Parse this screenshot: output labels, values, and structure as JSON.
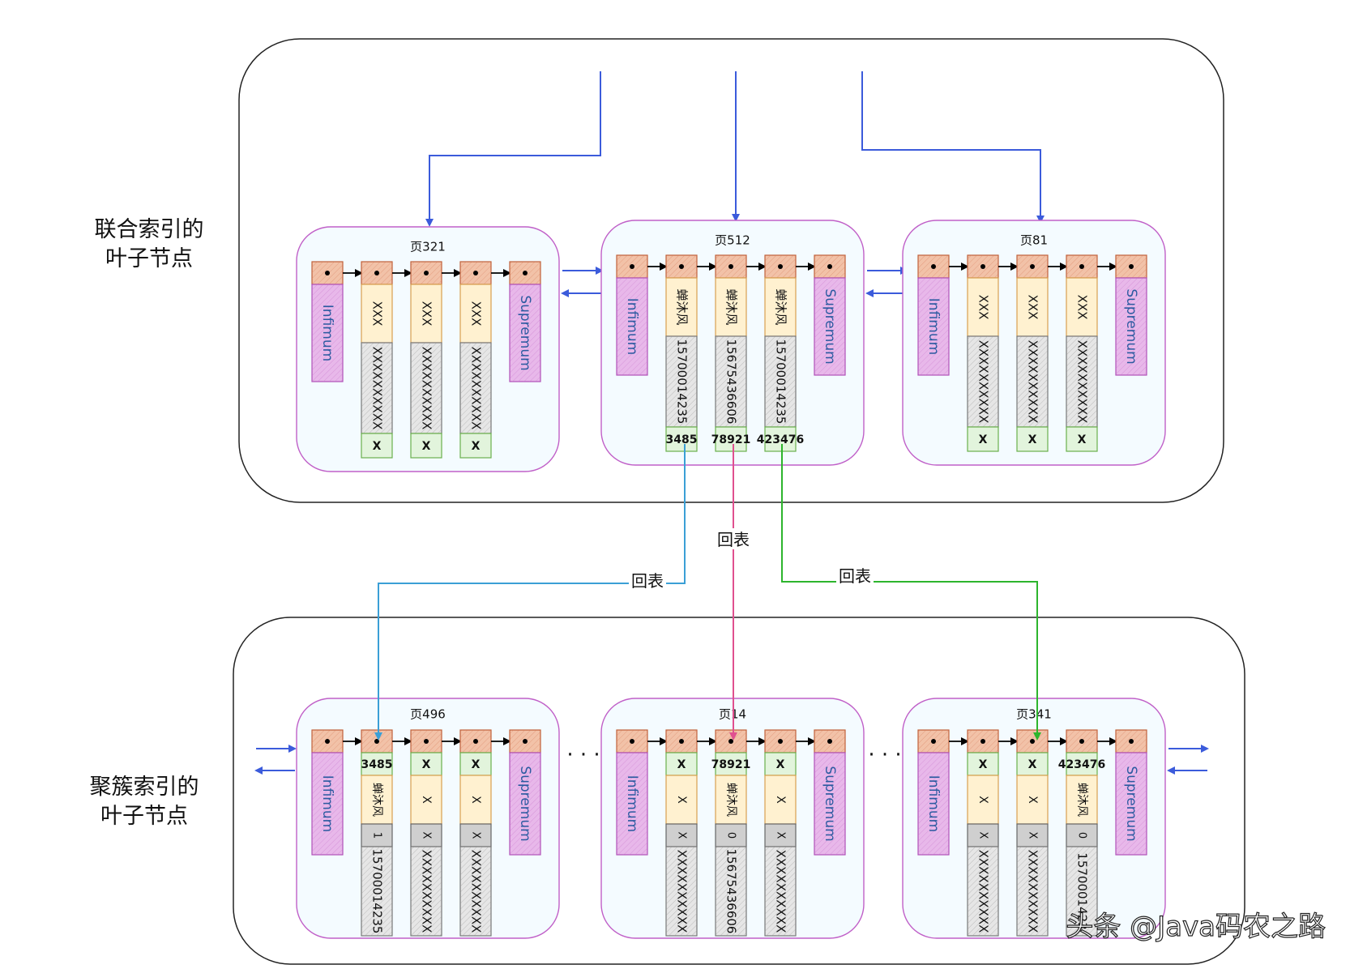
{
  "labels": {
    "upper_region_line1": "联合索引的",
    "upper_region_line2": "叶子节点",
    "lower_region_line1": "聚簇索引的",
    "lower_region_line2": "叶子节点",
    "back_to_table": "回表",
    "ellipsis": "· · ·",
    "infimum": "Infimum",
    "supremum": "Supremum",
    "watermark": "头条 @Java码农之路"
  },
  "upper_pages": [
    {
      "title": "页321",
      "records": [
        {
          "name": "XXX",
          "phone": "XXXXXXXXXX",
          "id": "X"
        },
        {
          "name": "XXX",
          "phone": "XXXXXXXXXX",
          "id": "X"
        },
        {
          "name": "XXX",
          "phone": "XXXXXXXXXX",
          "id": "X"
        }
      ]
    },
    {
      "title": "页512",
      "records": [
        {
          "name": "蝉沐风",
          "phone": "15700014235",
          "id": "3485"
        },
        {
          "name": "蝉沐风",
          "phone": "15675436606",
          "id": "78921"
        },
        {
          "name": "蝉沐风",
          "phone": "15700014235",
          "id": "423476"
        }
      ]
    },
    {
      "title": "页81",
      "records": [
        {
          "name": "XXX",
          "phone": "XXXXXXXXXX",
          "id": "X"
        },
        {
          "name": "XXX",
          "phone": "XXXXXXXXXX",
          "id": "X"
        },
        {
          "name": "XXX",
          "phone": "XXXXXXXXXX",
          "id": "X"
        }
      ]
    }
  ],
  "lower_pages": [
    {
      "title": "页496",
      "records": [
        {
          "id": "3485",
          "name": "蝉沐风",
          "flag": "1",
          "phone": "15700014235"
        },
        {
          "id": "X",
          "name": "X",
          "flag": "X",
          "phone": "XXXXXXXXXX"
        },
        {
          "id": "X",
          "name": "X",
          "flag": "X",
          "phone": "XXXXXXXXXX"
        }
      ]
    },
    {
      "title": "页14",
      "records": [
        {
          "id": "X",
          "name": "X",
          "flag": "X",
          "phone": "XXXXXXXXXX"
        },
        {
          "id": "78921",
          "name": "蝉沐风",
          "flag": "0",
          "phone": "15675436606"
        },
        {
          "id": "X",
          "name": "X",
          "flag": "X",
          "phone": "XXXXXXXXXX"
        }
      ]
    },
    {
      "title": "页341",
      "records": [
        {
          "id": "X",
          "name": "X",
          "flag": "X",
          "phone": "XXXXXXXXXX"
        },
        {
          "id": "X",
          "name": "X",
          "flag": "X",
          "phone": "XXXXXXXXXX"
        },
        {
          "id": "423476",
          "name": "蝉沐风",
          "flag": "0",
          "phone": "1570001423"
        }
      ]
    }
  ],
  "colors": {
    "blue_arrow": "#3b5bdb",
    "lookup_blue": "#3b9fd6",
    "lookup_pink": "#e0508f",
    "lookup_green": "#2db52d",
    "page_border": "#c060c8",
    "page_fill": "#f4fbff",
    "pointer_fill": "#f2c2a8",
    "pointer_border": "#c0603a",
    "infimum_fill": "#e8b8ea",
    "infimum_border": "#b050b8",
    "name_fill": "#fff1d0",
    "name_border": "#d8a050",
    "phone_fill": "#e6e6e6",
    "id_fill": "#e2f4dc",
    "id_border": "#6ab04c",
    "flag_fill": "#cfcfcf"
  }
}
